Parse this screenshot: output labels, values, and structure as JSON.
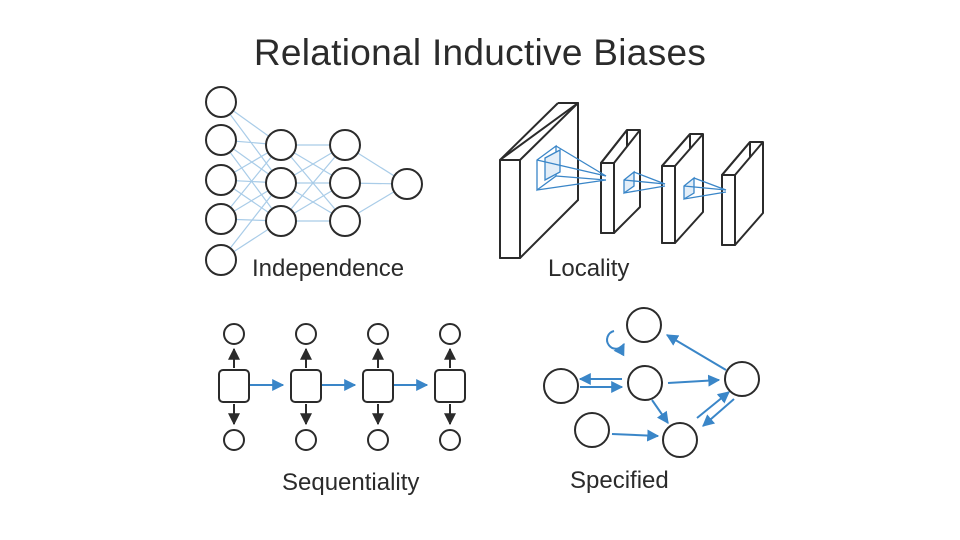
{
  "title": "Relational Inductive Biases",
  "panels": {
    "independence": {
      "label": "Independence"
    },
    "locality": {
      "label": "Locality"
    },
    "sequentiality": {
      "label": "Sequentiality"
    },
    "specified": {
      "label": "Specified"
    }
  },
  "colors": {
    "text": "#2b2b2b",
    "node_stroke": "#2b2b2b",
    "connection_blue": "#3a86c8",
    "light_blue_edges": "#a9cce8"
  }
}
